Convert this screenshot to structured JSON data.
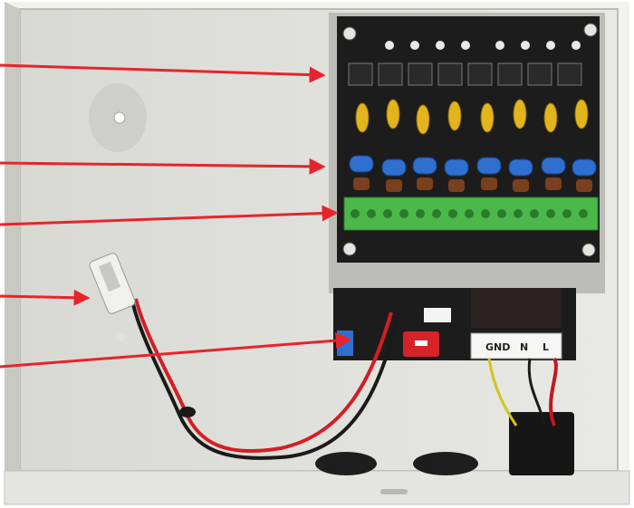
{
  "image": {
    "subject": "open-power-supply-enclosure-photo"
  },
  "board": {
    "terminal_label_gnd": "GND",
    "terminal_label_n": "N",
    "terminal_label_l": "L"
  },
  "colors": {
    "arrow": "#e8232b",
    "terminal_block": "#4bb84a",
    "fuse": "#2f6fd0",
    "capacitor": "#e3b51c",
    "pcb": "#1c1c1c",
    "enclosure": "#dcdcd7",
    "rocker_switch": "#d6232a"
  }
}
